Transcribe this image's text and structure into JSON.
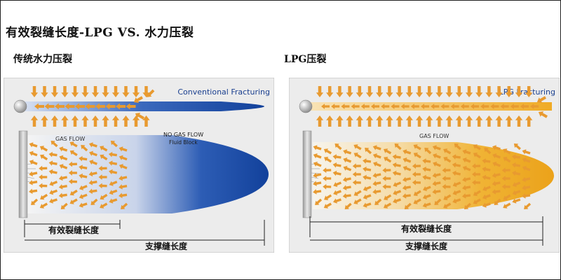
{
  "title": "有效裂缝长度-LPG VS. 水力压裂",
  "left": {
    "subtitle": "传统水力压裂",
    "panel_label": "Conventional Fracturing",
    "gas_flow_label": "GAS FLOW",
    "no_gas_flow_label": "NO GAS FLOW",
    "fluid_block_label": "Fluid Block",
    "effective_length_label": "有效裂缝长度",
    "propped_length_label": "支撑缝长度",
    "fracture_color": "#1a4ea8",
    "effective_fraction": 0.4
  },
  "right": {
    "subtitle": "LPG压裂",
    "panel_label": "LPG Fracturing",
    "gas_flow_label": "GAS FLOW",
    "effective_length_label": "有效裂缝长度",
    "propped_length_label": "支撑缝长度",
    "fracture_color": "#f0a820",
    "effective_fraction": 1.0
  },
  "colors": {
    "arrow": "#e89a30",
    "panel_bg": "#ececec",
    "wellbore": "#c8c8c8"
  }
}
